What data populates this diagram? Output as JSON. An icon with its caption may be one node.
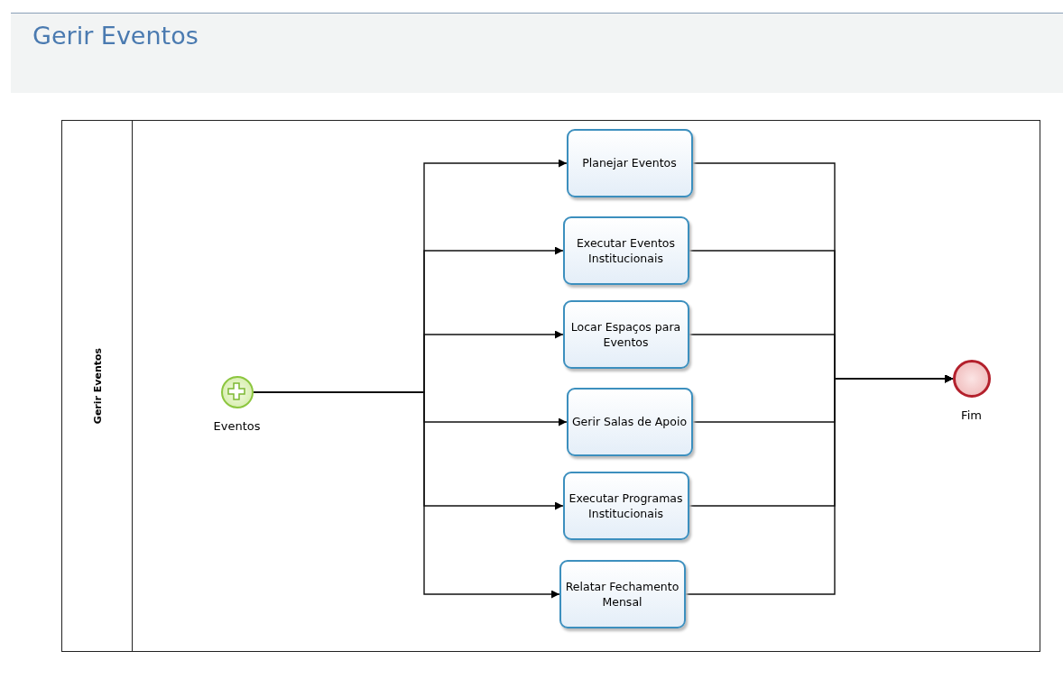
{
  "diagram": {
    "title": "Gerir Eventos",
    "nodes": [
      {
        "text": [
          "Gerir Eventos"
        ]
      },
      {
        "text": [],
        "shape": "circle",
        "in": 0,
        "beside": [
          "Eventos"
        ]
      },
      {
        "text": [
          "Planejar Eventos"
        ],
        "in": 0
      },
      {
        "text": [
          "Executar Eventos Institucionais"
        ],
        "in": 0
      },
      {
        "text": [
          "Locar Espaços para Eventos"
        ],
        "in": 0
      },
      {
        "text": [
          "Gerir Salas de Apoio"
        ],
        "in": 0
      },
      {
        "text": [
          "Executar Programas Institucionais"
        ],
        "in": 0
      },
      {
        "text": [
          "Relatar Fechamento Mensal"
        ],
        "in": 0
      },
      {
        "text": [],
        "shape": "circle",
        "in": 0,
        "beside": [
          "Fim"
        ]
      }
    ],
    "edges": [
      {
        "from": 1,
        "to": 2,
        "arrow": "to"
      },
      {
        "from": 1,
        "to": 3,
        "arrow": "to"
      },
      {
        "from": 1,
        "to": 4,
        "arrow": "to"
      },
      {
        "from": 1,
        "to": 5,
        "arrow": "to"
      },
      {
        "from": 1,
        "to": 6,
        "arrow": "to"
      },
      {
        "from": 1,
        "to": 7,
        "arrow": "to"
      },
      {
        "from": 2,
        "to": 8,
        "arrow": "to"
      },
      {
        "from": 3,
        "to": 8,
        "arrow": "to"
      },
      {
        "from": 4,
        "to": 8,
        "arrow": "to"
      },
      {
        "from": 5,
        "to": 8,
        "arrow": "to"
      },
      {
        "from": 6,
        "to": 8,
        "arrow": "to"
      },
      {
        "from": 7,
        "to": 8,
        "arrow": "to"
      }
    ]
  }
}
